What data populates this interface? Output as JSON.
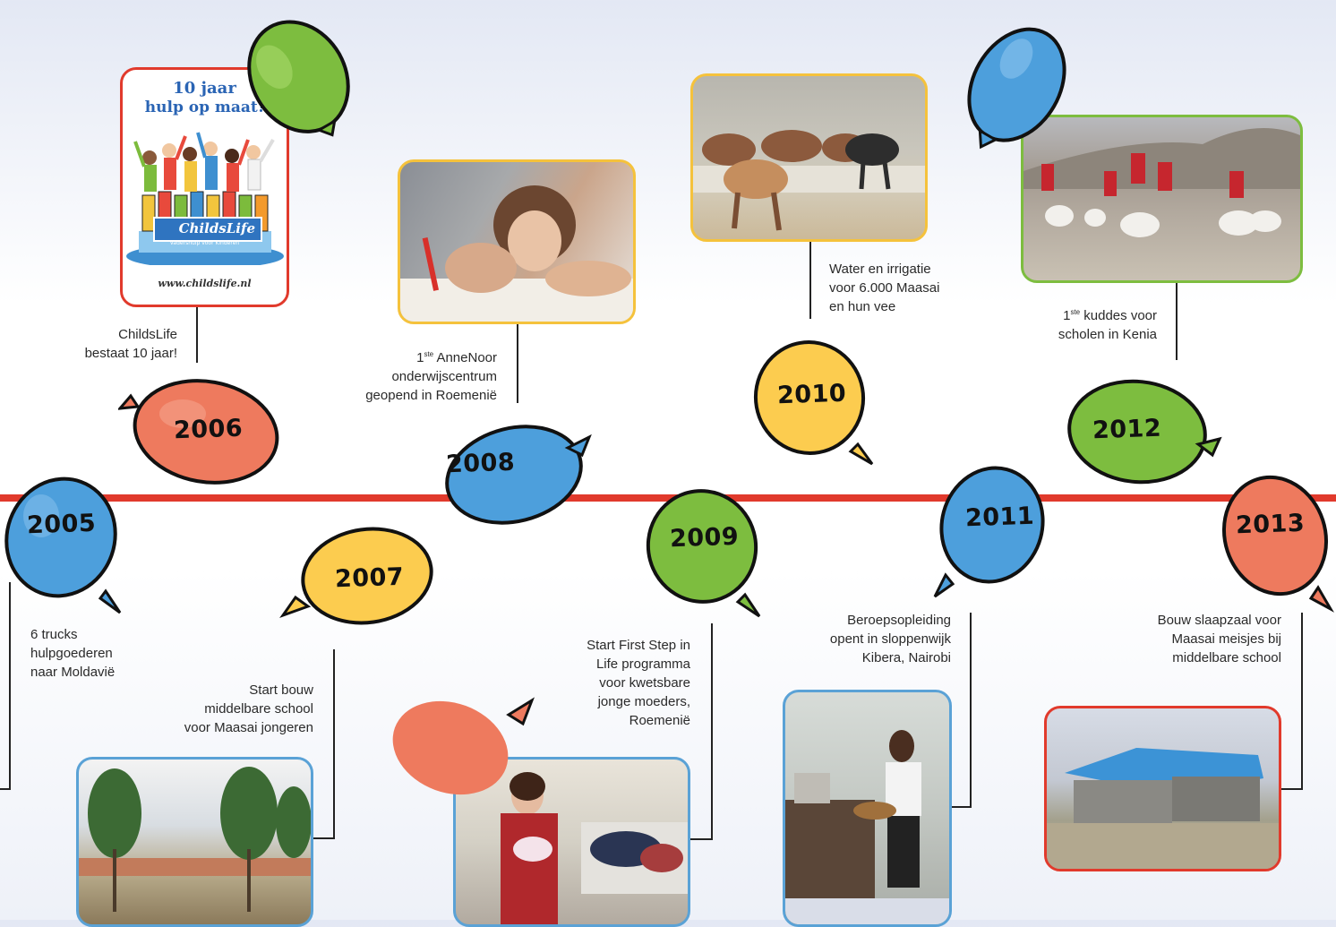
{
  "colors": {
    "red": "#ee7a5e",
    "blue": "#4d9fdc",
    "green": "#7dbd3f",
    "yellow": "#fccc4f",
    "timeline": "#e13a2c"
  },
  "poster": {
    "title_line1": "10 jaar",
    "title_line2": "hulp op maat!",
    "brand": "ChildsLife",
    "tagline": "Vadershulp voor Kinderen",
    "url": "www.childslife.nl"
  },
  "events": [
    {
      "year": "2005",
      "lines": [
        "6 trucks",
        "hulpgoederen",
        "naar Moldavië"
      ]
    },
    {
      "year": "2006",
      "lines": [
        "ChildsLife",
        "bestaat 10 jaar!"
      ]
    },
    {
      "year": "2007",
      "lines": [
        "Start bouw",
        "middelbare school",
        "voor Maasai jongeren"
      ]
    },
    {
      "year": "2008",
      "sup": "ste",
      "lines": [
        "1",
        " AnneNoor",
        "onderwijscentrum",
        "geopend in Roemenië"
      ]
    },
    {
      "year": "2009",
      "lines": [
        "Start First Step in",
        "Life programma",
        "voor kwetsbare",
        "jonge moeders,",
        "Roemenië"
      ]
    },
    {
      "year": "2010",
      "lines": [
        "Water en irrigatie",
        "voor 6.000 Maasai",
        "en hun vee"
      ]
    },
    {
      "year": "2011",
      "lines": [
        "Beroepsopleiding",
        "opent in sloppenwijk",
        "Kibera, Nairobi"
      ]
    },
    {
      "year": "2012",
      "sup": "ste",
      "lines": [
        "1",
        " kuddes voor",
        "scholen in Kenia"
      ]
    },
    {
      "year": "2013",
      "lines": [
        "Bouw slaapzaal voor",
        "Maasai meisjes bij",
        "middelbare school"
      ]
    }
  ]
}
